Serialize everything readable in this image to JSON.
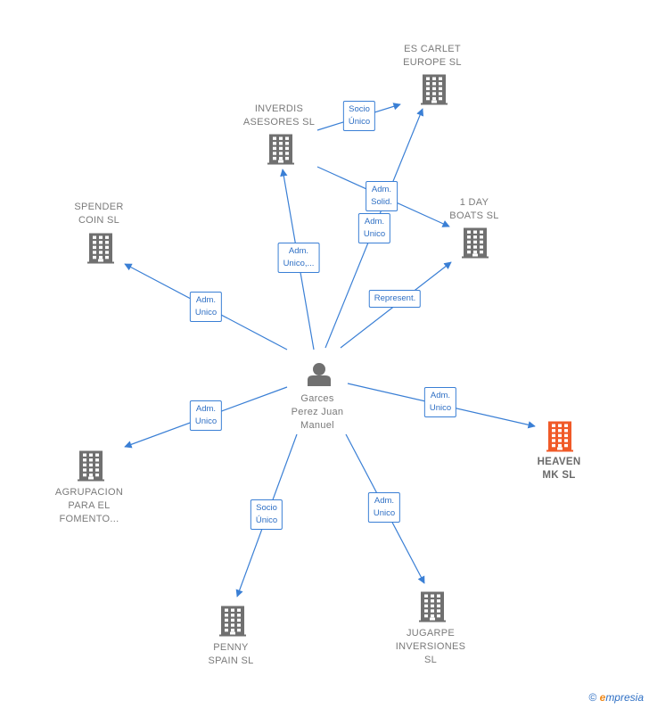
{
  "center": {
    "name": "Garces\nPerez Juan\nManuel"
  },
  "companies": [
    {
      "id": "es-carlet",
      "name": "ES CARLET\nEUROPE  SL",
      "highlight": false
    },
    {
      "id": "inverdis",
      "name": "INVERDIS\nASESORES  SL",
      "highlight": false
    },
    {
      "id": "one-day-boats",
      "name": "1 DAY\nBOATS  SL",
      "highlight": false
    },
    {
      "id": "spender",
      "name": "SPENDER\nCOIN SL",
      "highlight": false
    },
    {
      "id": "heaven",
      "name": "HEAVEN\nMK  SL",
      "highlight": true
    },
    {
      "id": "agrupacion",
      "name": "AGRUPACION\nPARA EL\nFOMENTO...",
      "highlight": false
    },
    {
      "id": "penny",
      "name": "PENNY\nSPAIN  SL",
      "highlight": false
    },
    {
      "id": "jugarpe",
      "name": "JUGARPE\nINVERSIONES\nSL",
      "highlight": false
    }
  ],
  "relations": [
    {
      "from": "center",
      "to": "es-carlet",
      "label": "Adm.\nUnico"
    },
    {
      "from": "center",
      "to": "inverdis",
      "label": "Adm.\nUnico,..."
    },
    {
      "from": "inverdis",
      "to": "es-carlet",
      "label": "Socio\nÚnico"
    },
    {
      "from": "inverdis",
      "to": "one-day-boats",
      "label": "Adm.\nSolid."
    },
    {
      "from": "center",
      "to": "one-day-boats",
      "label": "Represent."
    },
    {
      "from": "center",
      "to": "spender",
      "label": "Adm.\nUnico"
    },
    {
      "from": "center",
      "to": "heaven",
      "label": "Adm.\nUnico"
    },
    {
      "from": "center",
      "to": "agrupacion",
      "label": "Adm.\nUnico"
    },
    {
      "from": "center",
      "to": "penny",
      "label": "Socio\nÚnico"
    },
    {
      "from": "center",
      "to": "jugarpe",
      "label": "Adm.\nUnico"
    }
  ],
  "colors": {
    "edge": "#3a7fd5",
    "building": "#707070",
    "building_highlight": "#f05a28",
    "person": "#707070"
  },
  "brand": {
    "copyright": "©",
    "initial": "e",
    "rest": "mpresia"
  }
}
